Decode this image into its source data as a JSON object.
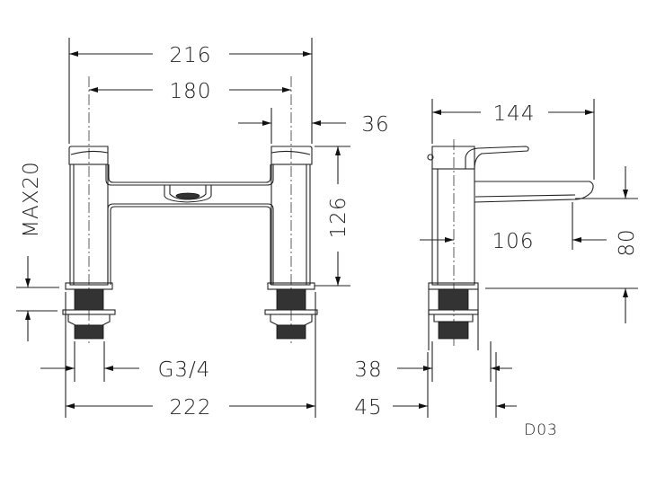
{
  "drawing": {
    "code": "D03",
    "front_view": {
      "width_overall_top": "216",
      "handle_centres": "180",
      "handle_width": "36",
      "height": "126",
      "max_deck_thickness": "MAX20",
      "thread": "G3/4",
      "base_width": "222"
    },
    "side_view": {
      "projection": "144",
      "spout_reach": "106",
      "spout_height": "80",
      "body_diameter": "38",
      "collar_diameter": "45"
    }
  }
}
